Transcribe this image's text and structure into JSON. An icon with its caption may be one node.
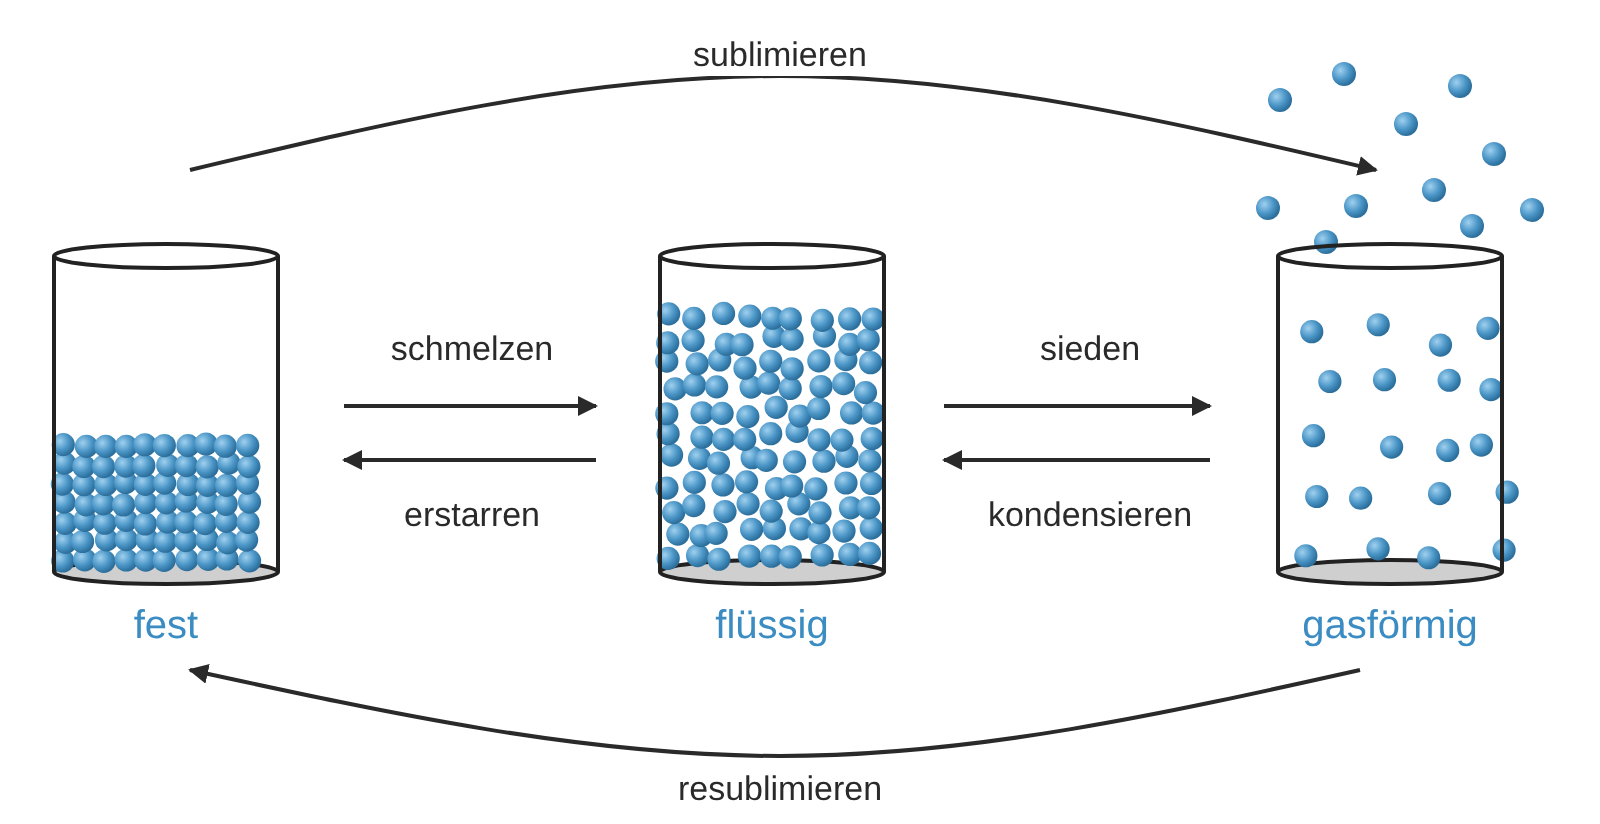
{
  "diagram": {
    "nodes": [
      {
        "text": [
          "fest"
        ]
      },
      {
        "text": [
          "flüssig"
        ]
      },
      {
        "text": [
          "gasförmig"
        ]
      }
    ],
    "edges": [
      {
        "from": 0,
        "to": 2,
        "arrow": "to",
        "label": "sublimieren"
      },
      {
        "from": 0,
        "to": 1,
        "arrow": "to",
        "label": "schmelzen"
      },
      {
        "from": 1,
        "to": 0,
        "arrow": "to",
        "label": "erstarren"
      },
      {
        "from": 1,
        "to": 2,
        "arrow": "to",
        "label": "sieden"
      },
      {
        "from": 2,
        "to": 1,
        "arrow": "to",
        "label": "kondensieren"
      },
      {
        "from": 2,
        "to": 0,
        "arrow": "to",
        "label": "resublimieren"
      }
    ]
  }
}
